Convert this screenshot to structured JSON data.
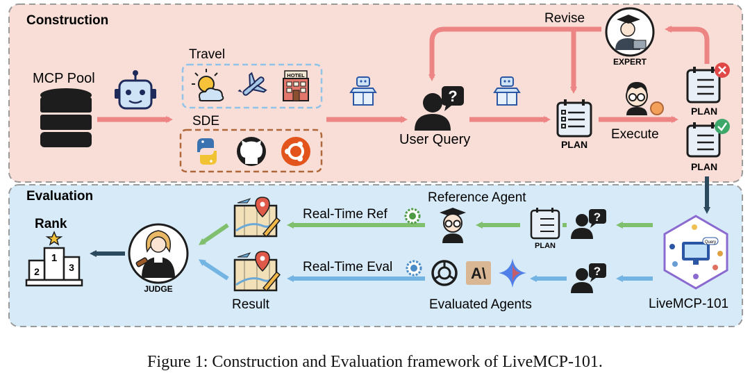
{
  "sections": {
    "construction": "Construction",
    "evaluation": "Evaluation"
  },
  "labels": {
    "mcp_pool": "MCP Pool",
    "travel": "Travel",
    "sde": "SDE",
    "hotel": "HOTEL",
    "user_query": "User Query",
    "plan": "PLAN",
    "revise": "Revise",
    "expert": "EXPERT",
    "execute": "Execute",
    "plan_rejected": "PLAN",
    "plan_approved": "PLAN",
    "reference_agent": "Reference Agent",
    "ref_plan": "PLAN",
    "real_time_ref": "Real-Time Ref",
    "real_time_eval": "Real-Time Eval",
    "evaluated_agents": "Evaluated Agents",
    "result": "Result",
    "judge": "JUDGE",
    "rank": "Rank",
    "livemcp": "LiveMCP-101",
    "query_bubble": "Query",
    "anthropic_logo": "A\\",
    "podium": [
      "2",
      "1",
      "3"
    ]
  },
  "caption": "Figure 1: Construction and Evaluation framework of LiveMCP-101.",
  "colors": {
    "construction_bg": "#f8ded6",
    "evaluation_bg": "#d7eaf8",
    "red_arrow": "#ee8585",
    "green_arrow": "#7fbf6e",
    "blue_arrow": "#74b4e3",
    "dark_arrow": "#2b4a5e",
    "icon_dark": "#1d1d1d"
  },
  "icons": [
    "database-icon",
    "robot-icon",
    "sun-cloud-icon",
    "airplane-icon",
    "hotel-icon",
    "python-icon",
    "github-icon",
    "ubuntu-icon",
    "robot-box-icon",
    "user-query-icon",
    "plan-icon",
    "expert-icon",
    "scientist-icon",
    "plan-reject-icon",
    "plan-approve-icon",
    "livemcp-hexagon-icon",
    "map-result-icon",
    "gear-icon",
    "judge-icon",
    "podium-icon",
    "openai-icon",
    "anthropic-icon",
    "gemini-icon"
  ]
}
